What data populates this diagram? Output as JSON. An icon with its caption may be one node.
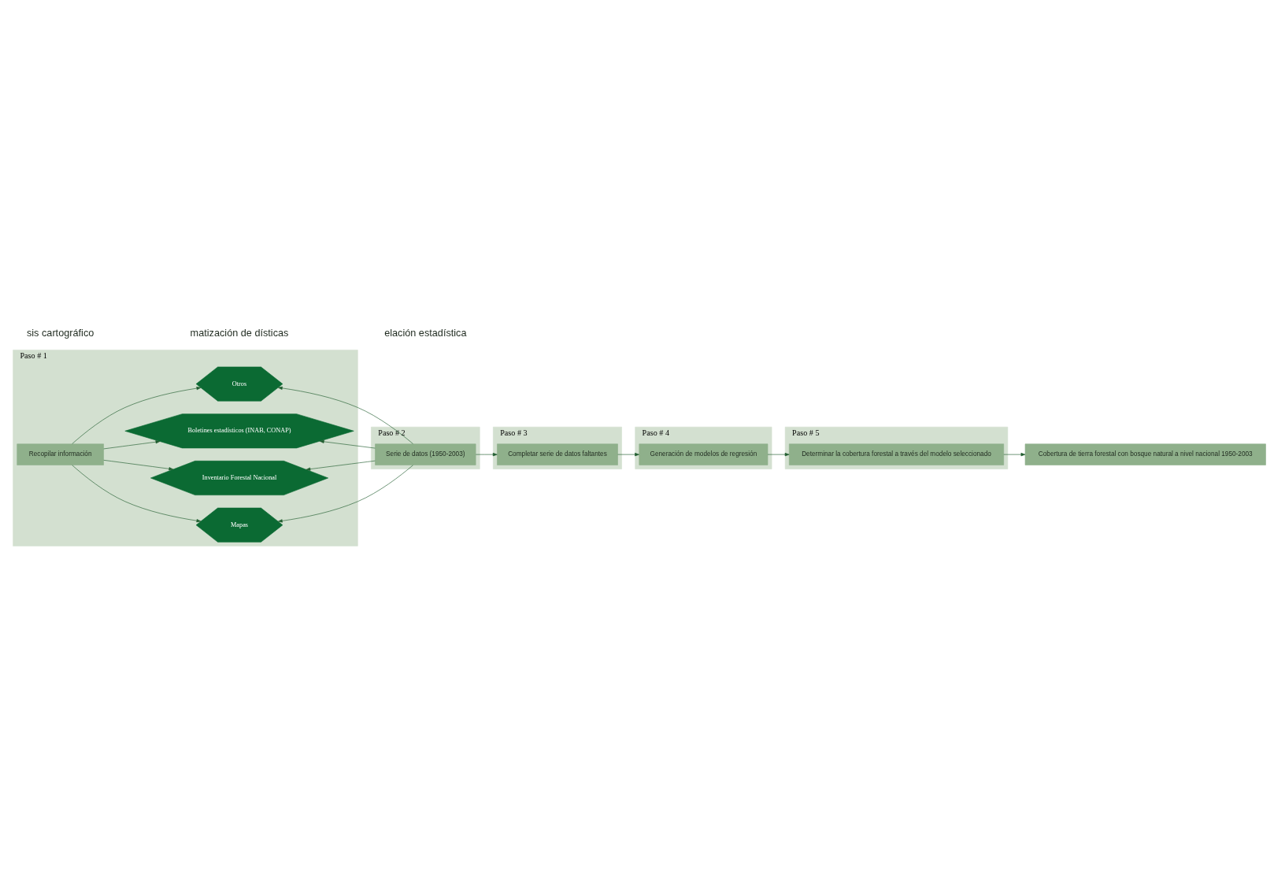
{
  "diagram": {
    "nodes": [
      {
        "text": [
          "Paso # 1"
        ]
      },
      {
        "text": [
          "Recopilar información"
        ],
        "in": 0
      },
      {
        "text": [
          "Mapas"
        ],
        "in": 0
      },
      {
        "text": [
          "Inventario Forestal Nacional"
        ],
        "in": 0
      },
      {
        "text": [
          "Boletines estadísticos (INAB, CONAP)"
        ],
        "in": 0
      },
      {
        "text": [
          "Otros"
        ],
        "in": 0
      },
      {
        "text": [
          "Paso # 2"
        ]
      },
      {
        "text": [
          "Serie de datos (1950-2003)"
        ],
        "in": 6
      },
      {
        "text": [
          "Paso # 3"
        ]
      },
      {
        "text": [
          "Completar serie de datos faltantes"
        ],
        "in": 8
      },
      {
        "text": [
          "Paso # 4"
        ]
      },
      {
        "text": [
          "Generación de modelos de regresión"
        ],
        "in": 10
      },
      {
        "text": [
          "Paso # 5"
        ]
      },
      {
        "text": [
          "Determinar la cobertura forestal a través del modelo seleccionado"
        ],
        "in": 12
      },
      {
        "text": [
          "Cobertura de tierra forestal con bosque natural a nivel nacional 1950-2003"
        ]
      }
    ],
    "edges": [
      {
        "from": 1,
        "to": 2,
        "arrow": "to"
      },
      {
        "from": 1,
        "to": 3,
        "arrow": "to"
      },
      {
        "from": 1,
        "to": 4,
        "arrow": "to"
      },
      {
        "from": 1,
        "to": 5,
        "arrow": "to"
      },
      {
        "from": 7,
        "to": 2,
        "arrow": "to"
      },
      {
        "from": 7,
        "to": 3,
        "arrow": "to"
      },
      {
        "from": 7,
        "to": 4,
        "arrow": "to"
      },
      {
        "from": 7,
        "to": 5,
        "arrow": "to"
      },
      {
        "from": 7,
        "to": 9,
        "arrow": "to"
      },
      {
        "from": 9,
        "to": 11,
        "arrow": "to"
      },
      {
        "from": 11,
        "to": 13,
        "arrow": "to"
      },
      {
        "from": 13,
        "to": 14,
        "arrow": "to"
      }
    ],
    "labels": [
      "sis cartográfico",
      "matización de dísticas",
      "elación estadística"
    ]
  }
}
